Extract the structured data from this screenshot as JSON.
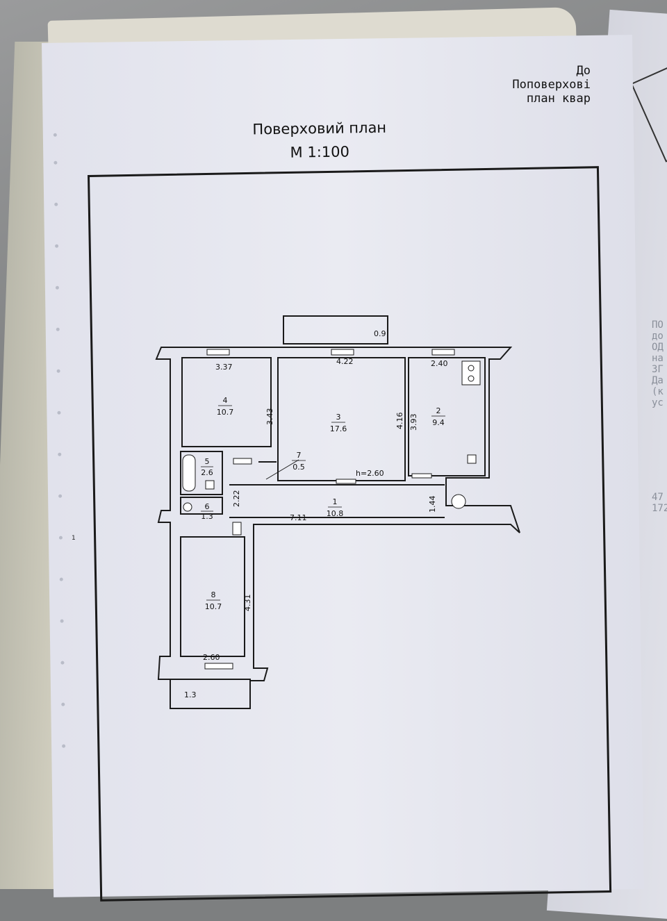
{
  "header": {
    "line1": "До",
    "line2": "Поповерхові",
    "line3": "план квар"
  },
  "title": {
    "line1": "Поверховий план",
    "line2": "М 1:100"
  },
  "margin_mark": "1",
  "rooms": [
    {
      "id": "room-1",
      "number": "1",
      "area": "10.8"
    },
    {
      "id": "room-2",
      "number": "2",
      "area": "9.4"
    },
    {
      "id": "room-3",
      "number": "3",
      "area": "17.6"
    },
    {
      "id": "room-4",
      "number": "4",
      "area": "10.7"
    },
    {
      "id": "room-5",
      "number": "5",
      "area": "2.6"
    },
    {
      "id": "room-6",
      "number": "6",
      "area": "1.3"
    },
    {
      "id": "room-7",
      "number": "7",
      "area": "0.5"
    },
    {
      "id": "room-8",
      "number": "8",
      "area": "10.7"
    }
  ],
  "dimensions": {
    "balcony_top": "0.9",
    "room4_width": "3.37",
    "room4_depth": "3.43",
    "room3_width": "4.22",
    "room3_depth": "4.16",
    "room2_width": "2.40",
    "room2_depth": "3.93",
    "ceiling_height": "h=2.60",
    "corridor_length": "7.11",
    "corridor_width": "1.44",
    "bath_depth": "2.22",
    "room8_depth": "4.31",
    "room8_width": "2.60",
    "balcony_bottom": "1.3"
  },
  "side_text": [
    "ПО",
    "до",
    "ОД",
    "на",
    "ЗГ",
    "Да",
    "(к",
    "ус",
    "47",
    "172"
  ]
}
